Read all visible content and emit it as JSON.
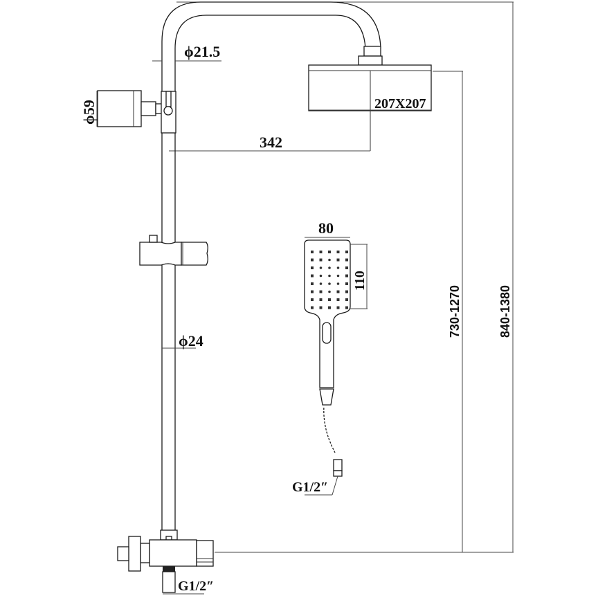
{
  "drawing": {
    "title": "Shower system technical drawing",
    "dimensions": {
      "arm_pipe_diameter": "ϕ21.5",
      "diverter_knob_diameter": "ϕ59",
      "head_size": "207X207",
      "arm_reach": "342",
      "riser_pipe_diameter": "ϕ24",
      "handshower_width": "80",
      "handshower_height": "110",
      "hose_connection": "G1/2″",
      "inlet_connection": "G1/2″",
      "height_range_head": "730-1270",
      "height_range_overall": "840-1380"
    },
    "components": [
      "overhead-shower-head",
      "shower-arm",
      "diverter-knob",
      "riser-rail",
      "slide-bracket",
      "hand-shower",
      "shower-hose",
      "mixer-valve"
    ]
  }
}
